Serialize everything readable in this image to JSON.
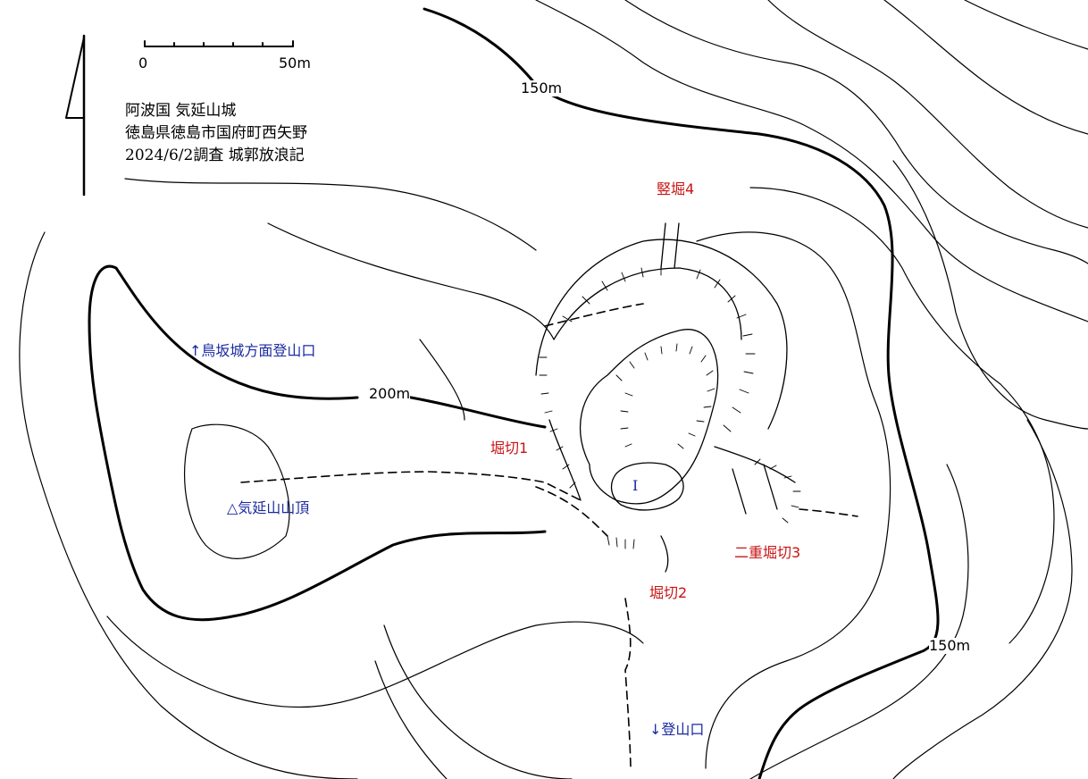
{
  "title_block": {
    "line1": "阿波国 気延山城",
    "line2": "徳島県徳島市国府町西矢野",
    "line3": "2024/6/2調査 城郭放浪記"
  },
  "scale": {
    "start_label": "0",
    "end_label": "50m"
  },
  "contour_labels": {
    "c150_top": "150m",
    "c200": "200m",
    "c150_bottom": "150m"
  },
  "features": {
    "tatebori4": "竪堀4",
    "horikiri1": "堀切1",
    "horikiri2": "堀切2",
    "nijuu_horikiri3": "二重堀切3",
    "kuruwa_1": "I"
  },
  "routes": {
    "toriozaka_trailhead": "↑鳥坂城方面登山口",
    "summit": "△気延山山頂",
    "trailhead_south": "↓登山口"
  },
  "colors": {
    "route_text": "#1a2aa0",
    "feature_text": "#c81414",
    "lines": "#000000"
  }
}
